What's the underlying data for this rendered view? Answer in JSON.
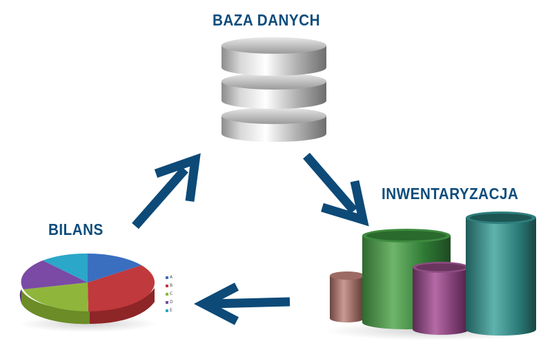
{
  "labels": {
    "database": "BAZA DANYCH",
    "inventory": "INWENTARYZACJA",
    "balance": "BILANS"
  },
  "pie_legend": [
    {
      "label": "A",
      "color": "#3a6fc0"
    },
    {
      "label": "B",
      "color": "#c0393c"
    },
    {
      "label": "C",
      "color": "#8fb63b"
    },
    {
      "label": "D",
      "color": "#7a4aa5"
    },
    {
      "label": "E",
      "color": "#2ba7c9"
    }
  ],
  "colors": {
    "label_text": "#0f4d7d",
    "arrow": "#0d4a78"
  },
  "icons": [
    "database-icon",
    "pie-chart-icon",
    "cylinder-bars-icon",
    "arrow-icon"
  ]
}
